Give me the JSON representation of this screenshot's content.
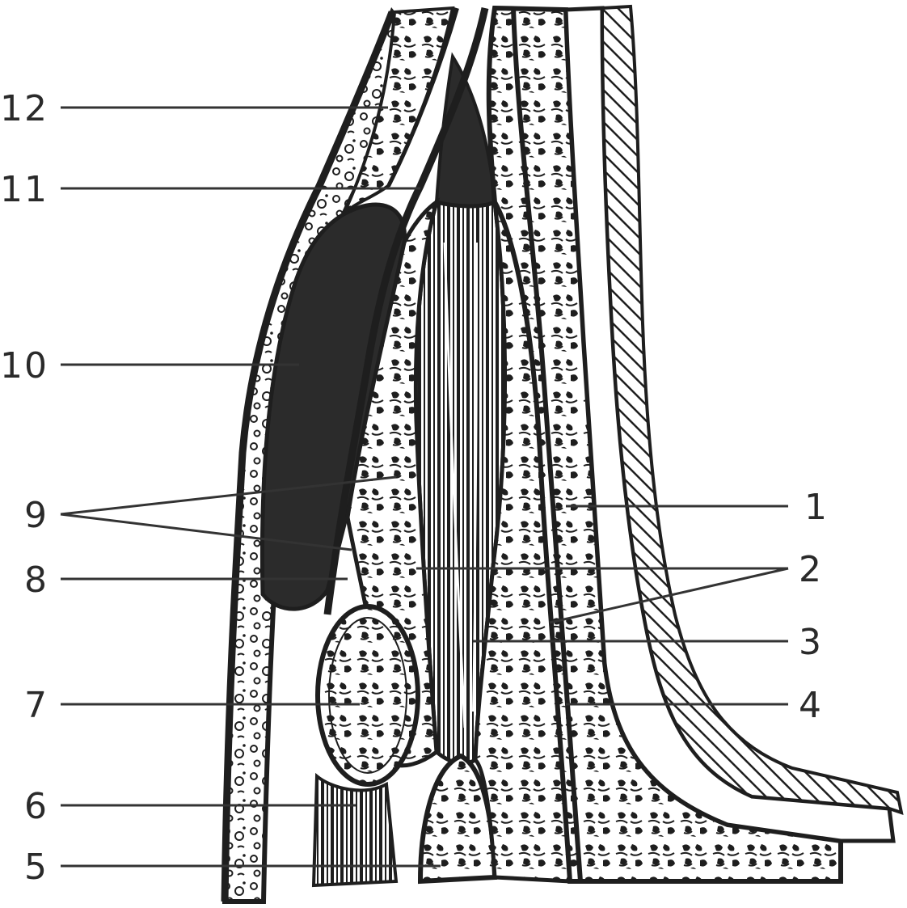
{
  "labels": {
    "l1": "1",
    "l2": "2",
    "l3": "3",
    "l4": "4",
    "l5": "5",
    "l6": "6",
    "l7": "7",
    "l8": "8",
    "l9": "9",
    "l10": "10",
    "l11": "11",
    "l12": "12"
  },
  "colors": {
    "ink": "#1e1e1e",
    "dark_fill": "#2b2b2b",
    "paper": "#ffffff"
  }
}
